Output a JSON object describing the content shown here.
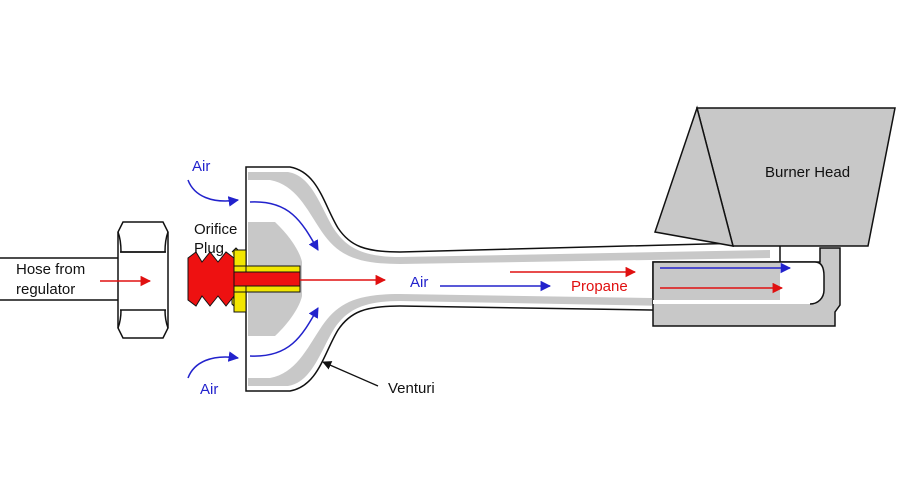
{
  "labels": {
    "hose_line1": "Hose from",
    "hose_line2": "regulator",
    "orifice_line1": "Orifice",
    "orifice_line2": "Plug",
    "air_top": "Air",
    "air_bottom": "Air",
    "air_center": "Air",
    "propane": "Propane",
    "burner_head": "Burner Head",
    "venturi": "Venturi"
  },
  "colors": {
    "air_flow": "#2222cc",
    "propane_flow": "#e01010",
    "venturi_metal": "#c8c8c8",
    "burner_metal": "#c8c8c8",
    "orifice_body": "#f2e600",
    "orifice_core": "#ee1111",
    "outline": "#111111"
  }
}
